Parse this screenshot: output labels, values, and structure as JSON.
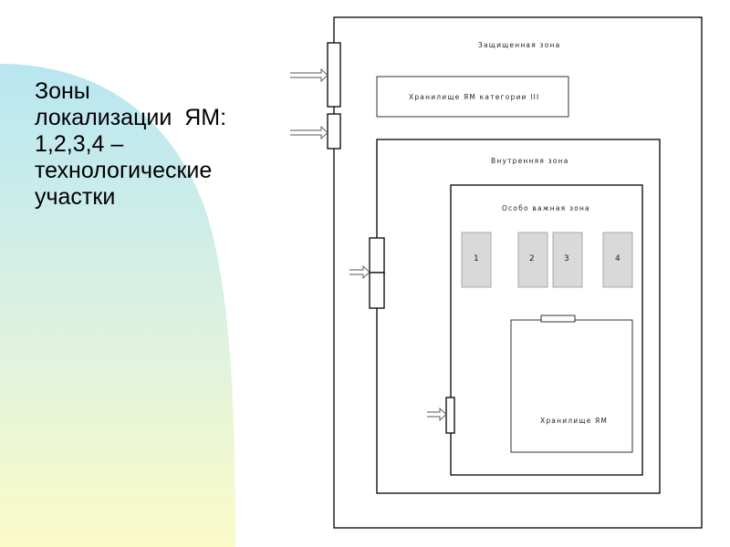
{
  "caption": {
    "lines": [
      "Зоны",
      "локализации  ЯМ:",
      "1,2,3,4 –",
      "технологические",
      "участки"
    ]
  },
  "diagram": {
    "protected_zone_label": "Защищенная зона",
    "storage_cat3_label": "Хранилище ЯМ категории III",
    "inner_zone_label": "Внутренняя зона",
    "vital_zone_label": "Особо важная зона",
    "areas": [
      "1",
      "2",
      "3",
      "4"
    ],
    "storage_label": "Хранилище ЯМ"
  },
  "colors": {
    "background": "#ffffff",
    "blob_top": "#b9e6f2",
    "blob_bottom": "#fbfbc8",
    "area_fill": "#d9d9d9",
    "line": "#000000"
  }
}
